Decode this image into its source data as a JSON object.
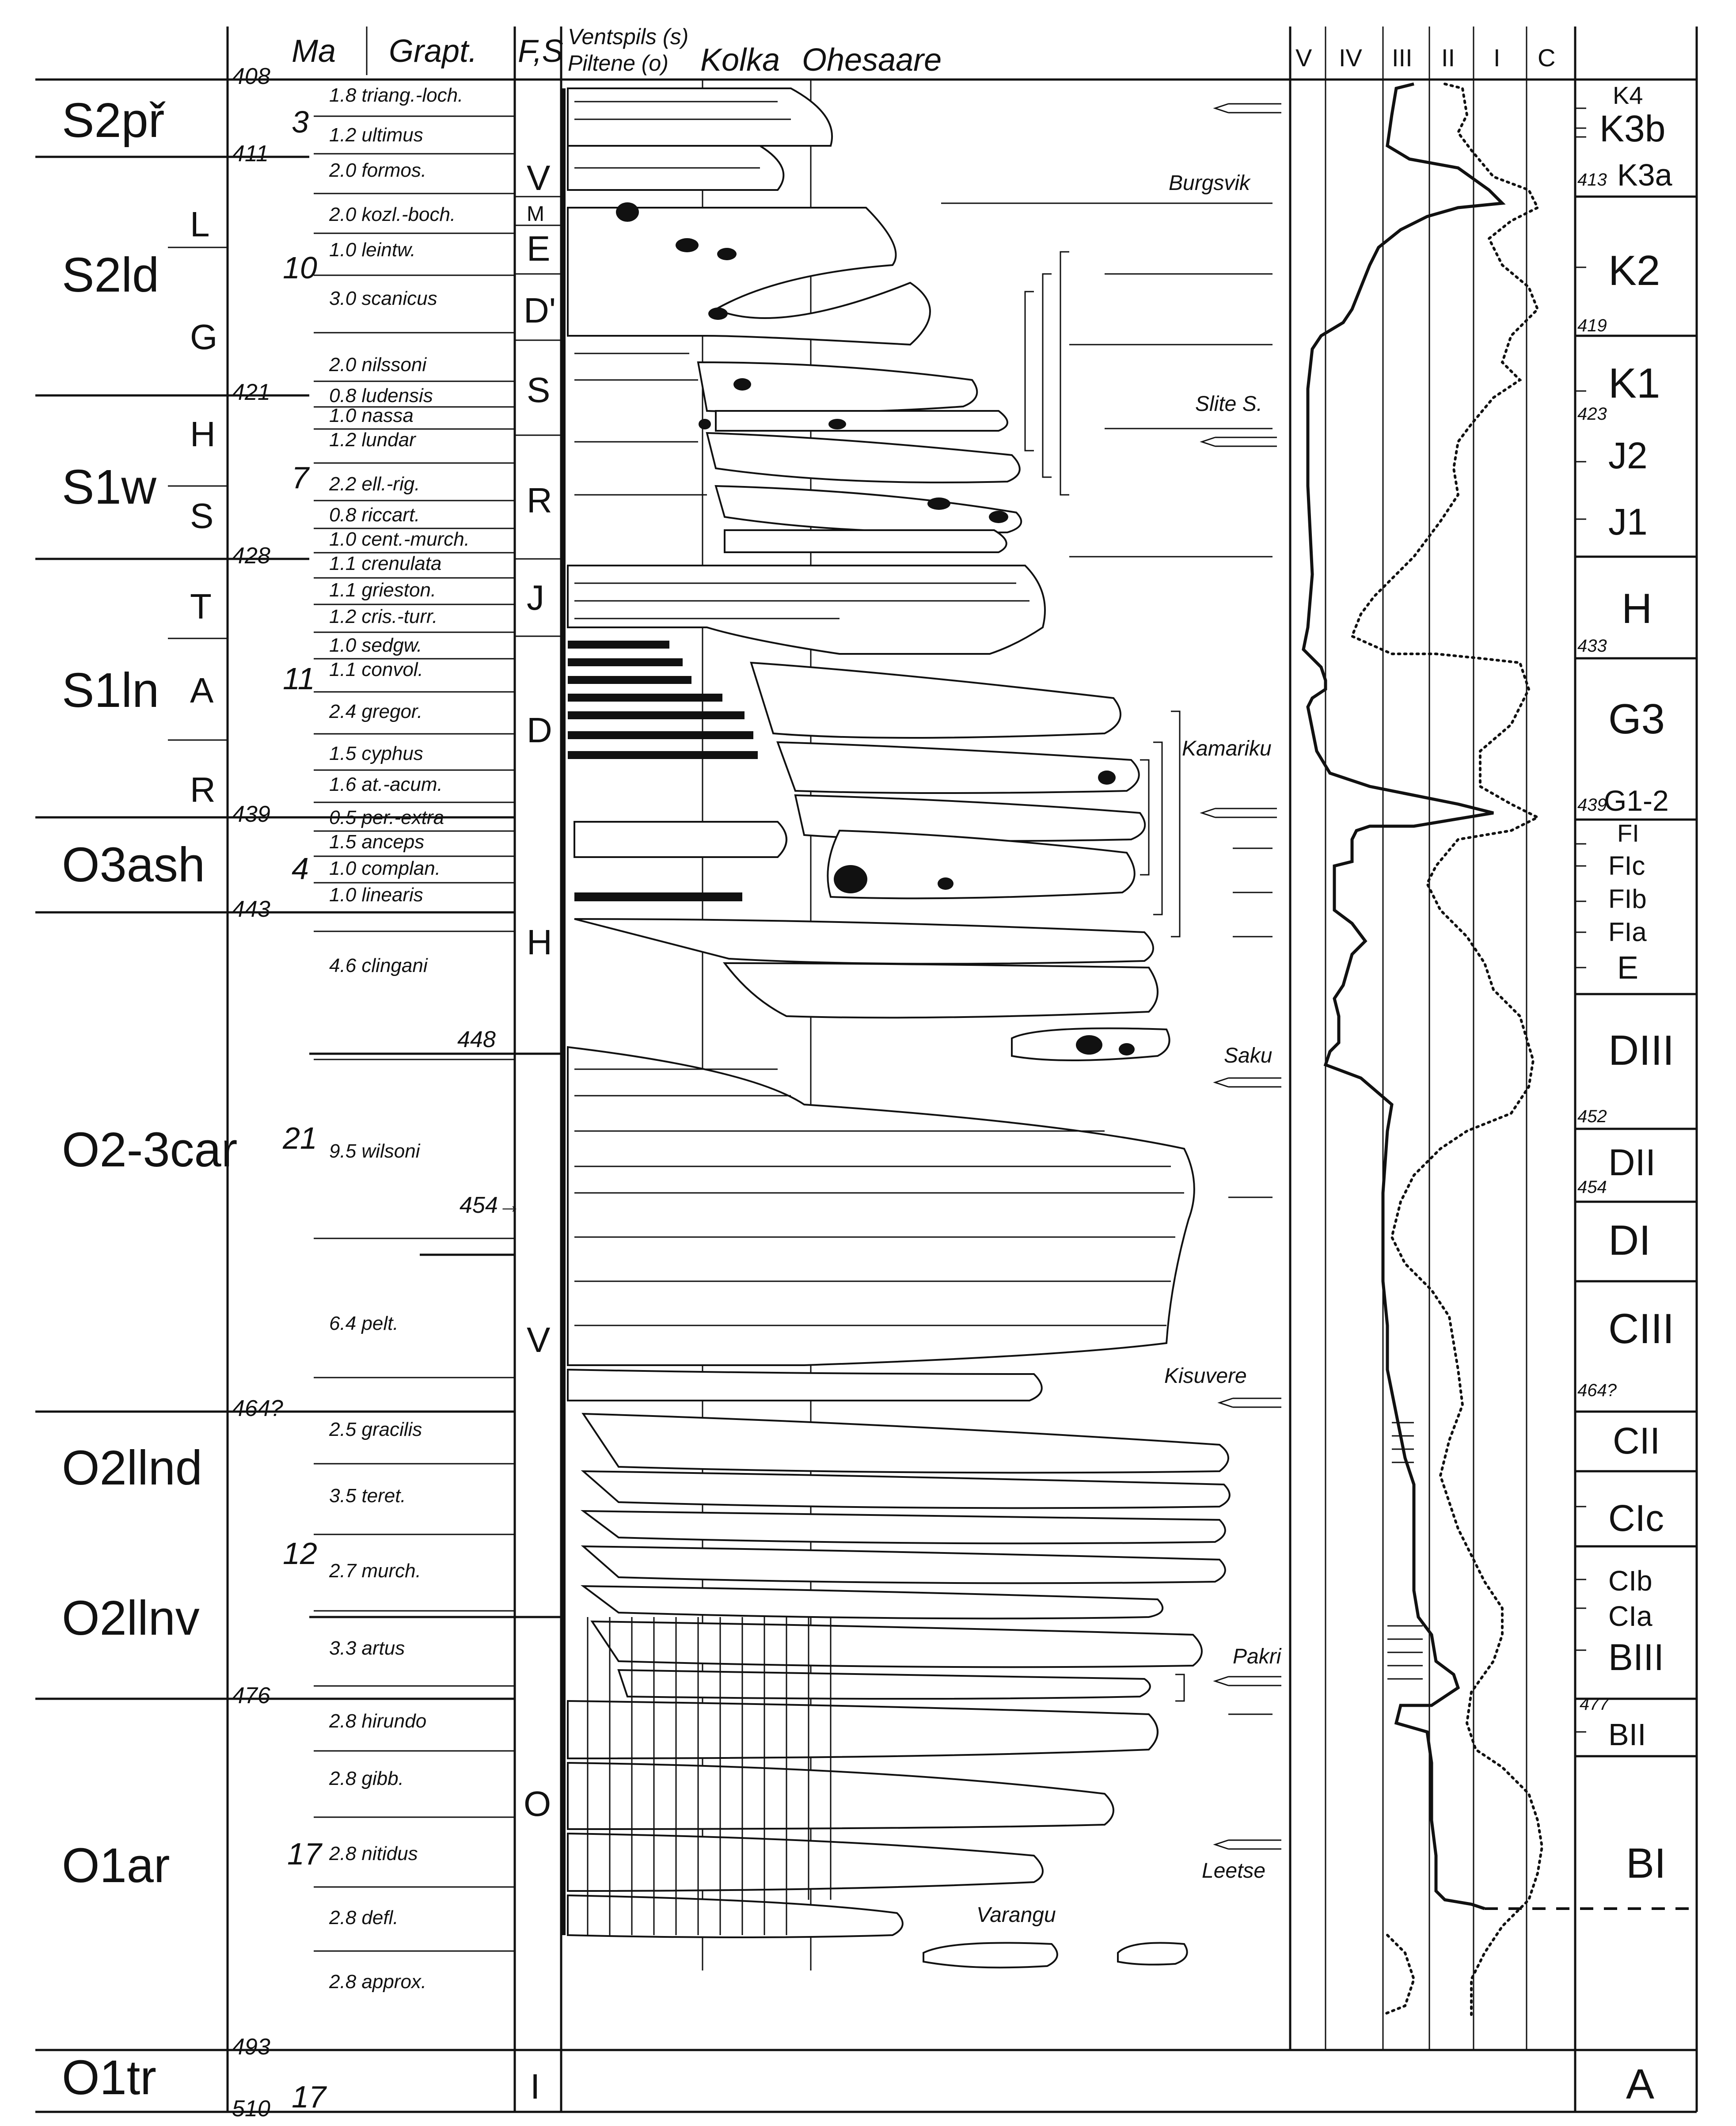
{
  "headers": {
    "ma": "Ma",
    "grapt": "Grapt.",
    "fs": "F,S",
    "section_line1": "Ventspils (s)",
    "section_line2": "Piltene (o)",
    "kolka": "Kolka",
    "ohesaare": "Ohesaare",
    "curve_columns": [
      "V",
      "IV",
      "III",
      "II",
      "I",
      "C"
    ]
  },
  "stages": [
    {
      "name": "S2př",
      "sub": []
    },
    {
      "name": "S2ld",
      "sub": [
        "L",
        "G"
      ]
    },
    {
      "name": "S1w",
      "sub": [
        "H",
        "S"
      ]
    },
    {
      "name": "S1ln",
      "sub": [
        "T",
        "A",
        "R"
      ]
    },
    {
      "name": "O3ash",
      "sub": []
    },
    {
      "name": "O2-3car",
      "sub": []
    },
    {
      "name": "O2llnd",
      "sub": []
    },
    {
      "name": "O2llnv",
      "sub": []
    },
    {
      "name": "O1ar",
      "sub": []
    },
    {
      "name": "O1tr",
      "sub": []
    }
  ],
  "ages": [
    "408",
    "411",
    "421",
    "428",
    "439",
    "443",
    "448",
    "454→",
    "464?",
    "476",
    "493",
    "510"
  ],
  "durations": [
    "3",
    "10",
    "7",
    "11",
    "4",
    "21",
    "12",
    "17",
    "17"
  ],
  "graptolite_zones": [
    "1.8 triang.-loch.",
    "1.2 ultimus",
    "2.0 formos.",
    "2.0 kozl.-boch.",
    "1.0 leintw.",
    "3.0 scanicus",
    "2.0 nilssoni",
    "0.8 ludensis",
    "1.0 nassa",
    "1.2 lundar",
    "2.2 ell.-rig.",
    "0.8 riccart.",
    "1.0 cent.-murch.",
    "1.1 crenulata",
    "1.1 grieston.",
    "1.2 cris.-turr.",
    "1.0 sedgw.",
    "1.1 convol.",
    "2.4 gregor.",
    "1.5 cyphus",
    "1.6 at.-acum.",
    "0.5 per.-extra",
    "1.5 anceps",
    "1.0 complan.",
    "1.0 linearis",
    "4.6 clingani",
    "9.5 wilsoni",
    "6.4 pelt.",
    "2.5 gracilis",
    "3.5 teret.",
    "2.7 murch.",
    "3.3 artus",
    "2.8 hirundo",
    "2.8 gibb.",
    "2.8 nitidus",
    "2.8 defl.",
    "2.8 approx."
  ],
  "fs_stages": [
    "V",
    "M",
    "E",
    "D'",
    "S",
    "R",
    "J",
    "D",
    "H",
    "V",
    "O",
    "I"
  ],
  "localities": [
    "Burgsvik",
    "Slite S.",
    "Kamariku",
    "Saku",
    "Kisuvere",
    "Pakri",
    "Leetse",
    "Varangu"
  ],
  "zones": [
    {
      "label": "K4",
      "age": ""
    },
    {
      "label": "K3b",
      "age": ""
    },
    {
      "label": "K3a",
      "age": "413"
    },
    {
      "label": "K2",
      "age": "419"
    },
    {
      "label": "K1",
      "age": "423"
    },
    {
      "label": "J2",
      "age": ""
    },
    {
      "label": "J1",
      "age": ""
    },
    {
      "label": "H",
      "age": "433"
    },
    {
      "label": "G3",
      "age": ""
    },
    {
      "label": "G1-2",
      "age": "439"
    },
    {
      "label": "FI",
      "age": ""
    },
    {
      "label": "FIc",
      "age": ""
    },
    {
      "label": "FIb",
      "age": ""
    },
    {
      "label": "FIa",
      "age": ""
    },
    {
      "label": "E",
      "age": ""
    },
    {
      "label": "DIII",
      "age": "452"
    },
    {
      "label": "DII",
      "age": "454"
    },
    {
      "label": "DI",
      "age": ""
    },
    {
      "label": "CIII",
      "age": "464?"
    },
    {
      "label": "CII",
      "age": ""
    },
    {
      "label": "CIc",
      "age": ""
    },
    {
      "label": "CIb",
      "age": ""
    },
    {
      "label": "CIa",
      "age": ""
    },
    {
      "label": "BIII",
      "age": "477"
    },
    {
      "label": "BII",
      "age": ""
    },
    {
      "label": "BI",
      "age": ""
    },
    {
      "label": "A",
      "age": ""
    }
  ]
}
